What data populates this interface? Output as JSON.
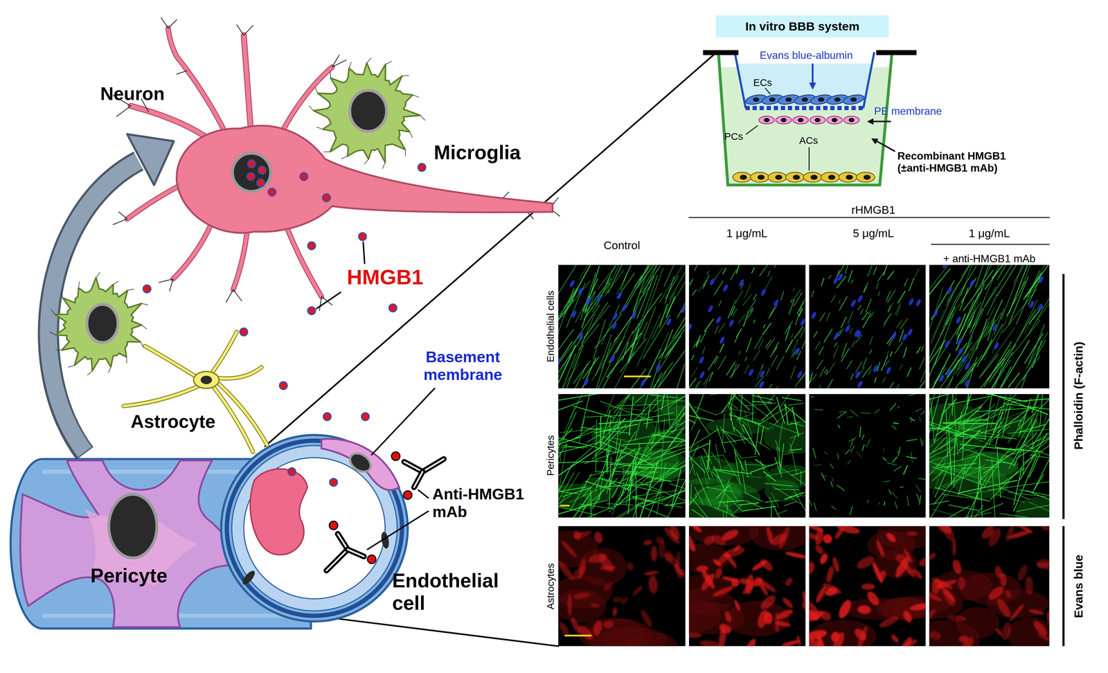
{
  "diagram": {
    "nodes": [
      {
        "text": [
          "In vitro BBB system"
        ]
      }
    ],
    "labels": [
      "Neuron",
      "Microglia",
      "HMGB1",
      "Astrocyte",
      "Basement membrane",
      "Anti-HMGB1 mAb",
      "Pericyte",
      "Endothelial cell",
      "Evans blue-albumin",
      "ECs",
      "PE membrane",
      "PCs",
      "ACs",
      "Recombinant HMGB1 (±anti-HMGB1 mAb)",
      "rHMGB1",
      "Control",
      "1 μg/mL",
      "5 μg/mL",
      "1 μg/mL",
      "+ anti-HMGB1 mAb",
      "Endothelial cells",
      "Pericytes",
      "Astrocytes",
      "Phalloidin (F-actin)",
      "Evans blue"
    ]
  }
}
